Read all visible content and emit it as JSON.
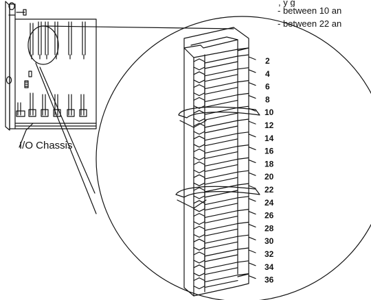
{
  "notes": {
    "top_fragment": ", y g",
    "line1": "- between 10 an",
    "line2": "- between 22 an"
  },
  "chassis_label": "I/O Chassis",
  "terminal_numbers": [
    "2",
    "4",
    "6",
    "8",
    "10",
    "12",
    "14",
    "16",
    "18",
    "20",
    "22",
    "24",
    "26",
    "28",
    "30",
    "32",
    "34",
    "36"
  ],
  "colors": {
    "line": "#111111",
    "background": "#ffffff"
  }
}
